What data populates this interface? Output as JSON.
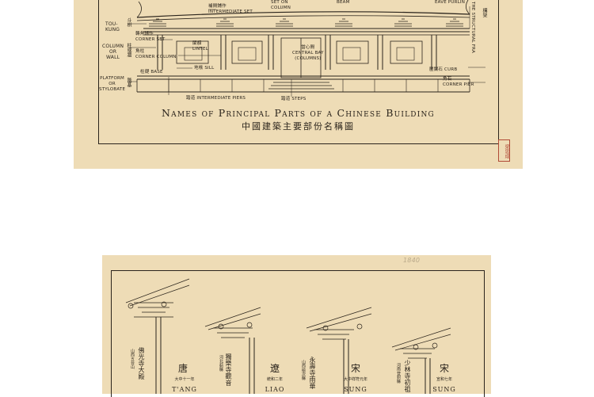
{
  "top_sheet": {
    "labels": {
      "tou_kung": "TOU-\nKUNG",
      "tou_kung_zh": "斗栱",
      "column_or_wall": "COLUMN\nOR\nWALL",
      "column_zh": "柱或牆",
      "platform": "PLATFORM\nOR\nSTYLOBATE",
      "platform_zh": "階基",
      "intermediate_set": "補間鋪作\nINTERMEDIATE SET",
      "corner_set": "轉角鋪作\nCORNER SET",
      "corner_column": "角柱\nCORNER COLUMN",
      "lintel": "闌額\nLINTEL",
      "sill": "地栿 SILL",
      "base": "柱礎 BASE",
      "intermediate_piers": "踏道 INTERMEDIATE PIERS",
      "steps": "踏道 STEPS",
      "set_on_column": "SET ON\nCOLUMN",
      "beam": "BEAM",
      "central_bay": "當心間\nCENTRAL BAY\n(COLUMNS)",
      "eave_purlin": "EAVE PURLIN",
      "curb": "壓闌石 CURB",
      "corner_pier": "角石\nCORNER PIER",
      "structural_frame": "THE STRUCTURAL FRA",
      "structural_zh": "構架"
    },
    "title_en": "Names of Principal Parts of a Chinese Building",
    "title_zh": "中國建築主要部份名稱圖",
    "seal_text": "梁思成"
  },
  "bottom_sheet": {
    "pencil_note": "1840",
    "eras": [
      {
        "zh": "唐",
        "en": "T'ANG",
        "date": "大中十一年",
        "site": "佛光寺大殿",
        "site_region": "山西五台山"
      },
      {
        "zh": "遼",
        "en": "LIAO",
        "date": "統和二年",
        "site": "獨樂寺觀音",
        "site_region": "河北薊縣"
      },
      {
        "zh": "宋",
        "en": "SUNG",
        "date": "大中祥符元年",
        "site": "永壽寺雨華",
        "site_region": "山西榆次縣"
      },
      {
        "zh": "宋",
        "en": "SUNG",
        "date": "宣和七年",
        "site": "少林寺初祖",
        "site_region": "河南登封縣"
      }
    ]
  }
}
